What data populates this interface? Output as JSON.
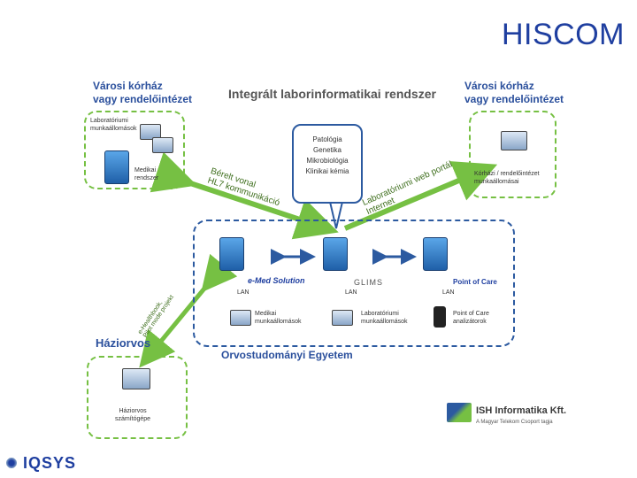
{
  "slide": {
    "title": "HISCOM"
  },
  "diagram": {
    "center_title": "Integrált laborinformatikai rendszer",
    "left_top": {
      "title_line1": "Városi kórház",
      "title_line2": "vagy rendelőintézet",
      "workstations_line1": "Laboratóriumi",
      "workstations_line2": "munkaállomások",
      "system_line1": "Medikai",
      "system_line2": "rendszer"
    },
    "right_top": {
      "title_line1": "Városi kórház",
      "title_line2": "vagy rendelőintézet",
      "workstations_line1": "Kórházi / rendelőintézet",
      "workstations_line2": "munkaállomásai"
    },
    "bubble_lines": [
      "Patológia",
      "Genetika",
      "Mikrobiológia",
      "Klinikai kémia"
    ],
    "left_link_label_line1": "Bérelt vonal",
    "left_link_label_line2": "HL7 kommunikáció",
    "right_link_label_line1": "Laboratóriumi web portál",
    "right_link_label_line2": "Internet",
    "gp_link_label_line1": "e-Healthbook,",
    "gp_link_label_line2": "Pilot mode projekt",
    "lan_label": "LAN",
    "emed_logo": "e-Med Solution",
    "glims_logo": "GLIMS",
    "point_of_care": "Point of Care",
    "dept_items": [
      {
        "line1": "Medikai",
        "line2": "munkaállomások"
      },
      {
        "line1": "Laboratóriumi",
        "line2": "munkaállomások"
      },
      {
        "line1": "Point of Care",
        "line2": "analizátorok"
      }
    ],
    "university": "Orvostudományi Egyetem",
    "gp_title": "Háziorvos",
    "gp_box_line1": "Háziorvos",
    "gp_box_line2": "számítógépe",
    "ish_title": "ISH Informatika Kft.",
    "ish_subtitle": "A Magyar Telekom Csoport tagja"
  },
  "footer": {
    "company": "IQSYS"
  },
  "colors": {
    "green": "#76c043",
    "blue": "#2c5aa0",
    "title": "#1f3fa0"
  }
}
